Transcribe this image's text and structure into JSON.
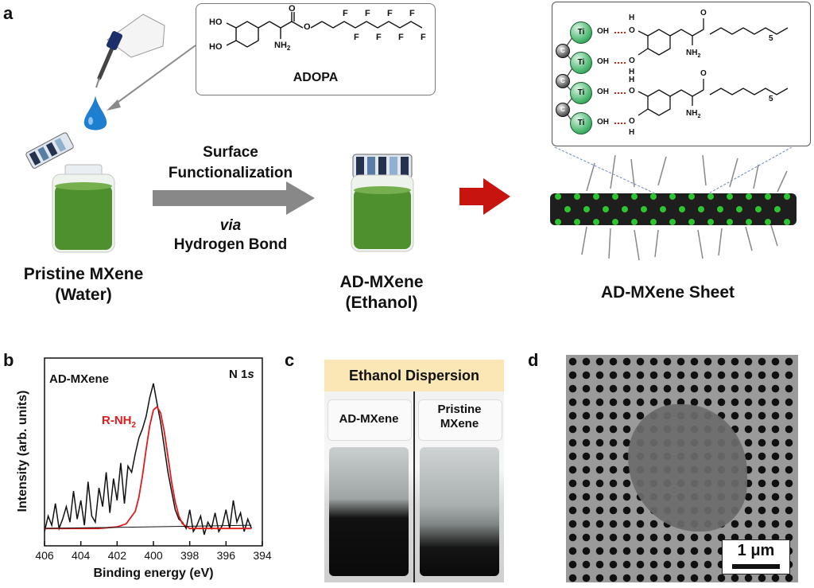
{
  "panels": {
    "a": "a",
    "b": "b",
    "c": "c",
    "d": "d"
  },
  "panel_a": {
    "molecule_name": "ADOPA",
    "molecule_labels": {
      "ho1": "HO",
      "ho2": "HO",
      "nh2": "NH",
      "sub2": "2",
      "o_carbonyl": "O",
      "o_ester": "O",
      "f": "F"
    },
    "arrow_text": {
      "line1": "Surface",
      "line2": "Functionalization",
      "line3": "via",
      "line4": "Hydrogen Bond"
    },
    "pristine_caption": {
      "line1": "Pristine MXene",
      "line2": "(Water)"
    },
    "ad_caption": {
      "line1": "AD-MXene",
      "line2": "(Ethanol)"
    },
    "sheet_caption": "AD-MXene Sheet",
    "inset_labels": {
      "ti": "Ti",
      "c": "C",
      "oh": "OH",
      "h": "H",
      "o": "O",
      "nh2": "NH",
      "sub2": "2",
      "five": "5"
    },
    "colors": {
      "water_drop": "#1e7fd0",
      "liquid": "#4e8f2e",
      "red_arrow": "#c8140f",
      "gray_arrow": "#888888"
    }
  },
  "chart_data": {
    "type": "line",
    "title": "",
    "annotation_sample": "AD-MXene",
    "annotation_core": "N 1",
    "annotation_core_orbital": "s",
    "peak_label": "R-NH",
    "peak_label_sub": "2",
    "xlabel": "Binding energy (eV)",
    "ylabel": "Intensity (arb. units)",
    "xlim": [
      406,
      394
    ],
    "x_ticks": [
      "406",
      "404",
      "402",
      "400",
      "398",
      "396",
      "394"
    ],
    "grid": false,
    "series": [
      {
        "x": [
          406,
          405.8,
          405.6,
          405.4,
          405.2,
          405,
          404.8,
          404.6,
          404.4,
          404.2,
          404,
          403.8,
          403.6,
          403.4,
          403.2,
          403,
          402.8,
          402.6,
          402.4,
          402.2,
          402,
          401.8,
          401.6,
          401.4,
          401.2,
          401,
          400.8,
          400.6,
          400.4,
          400.2,
          400,
          399.8,
          399.6,
          399.4,
          399.2,
          399,
          398.8,
          398.6,
          398.4,
          398.2,
          398,
          397.8,
          397.6,
          397.4,
          397.2,
          397,
          396.8,
          396.6,
          396.4,
          396.2,
          396,
          395.8,
          395.6,
          395.4,
          395.2,
          395,
          394.8,
          394.6
        ],
        "values": [
          0.02,
          0.12,
          0.06,
          0.2,
          0.04,
          0.1,
          0.18,
          0.08,
          0.28,
          0.1,
          0.22,
          0.06,
          0.34,
          0.12,
          0.08,
          0.3,
          0.18,
          0.4,
          0.14,
          0.36,
          0.22,
          0.46,
          0.2,
          0.44,
          0.4,
          0.52,
          0.62,
          0.68,
          0.76,
          0.88,
          0.97,
          0.84,
          0.72,
          0.56,
          0.4,
          0.28,
          0.16,
          0.1,
          0.08,
          0.04,
          0.16,
          0.02,
          0.06,
          0.12,
          0.0,
          0.08,
          0.04,
          0.14,
          0.02,
          0.06,
          0.16,
          0.04,
          0.22,
          0.08,
          0.14,
          0.02,
          0.1,
          0.04
        ]
      },
      {
        "x": [
          406,
          405,
          404,
          403,
          402,
          401.5,
          401,
          400.8,
          400.6,
          400.4,
          400.2,
          400,
          399.8,
          399.6,
          399.4,
          399.2,
          399,
          398.8,
          398.6,
          398.4,
          398,
          397,
          396,
          395,
          394.6
        ],
        "values": [
          0.04,
          0.04,
          0.04,
          0.04,
          0.05,
          0.07,
          0.15,
          0.24,
          0.38,
          0.55,
          0.7,
          0.8,
          0.82,
          0.78,
          0.66,
          0.5,
          0.34,
          0.21,
          0.12,
          0.07,
          0.04,
          0.04,
          0.04,
          0.04,
          0.04
        ]
      }
    ]
  },
  "panel_c": {
    "banner": "Ethanol Dispersion",
    "left_label": "AD-MXene",
    "right_label_line1": "Pristine",
    "right_label_line2": "MXene"
  },
  "panel_d": {
    "scale_bar": "1 μm"
  }
}
